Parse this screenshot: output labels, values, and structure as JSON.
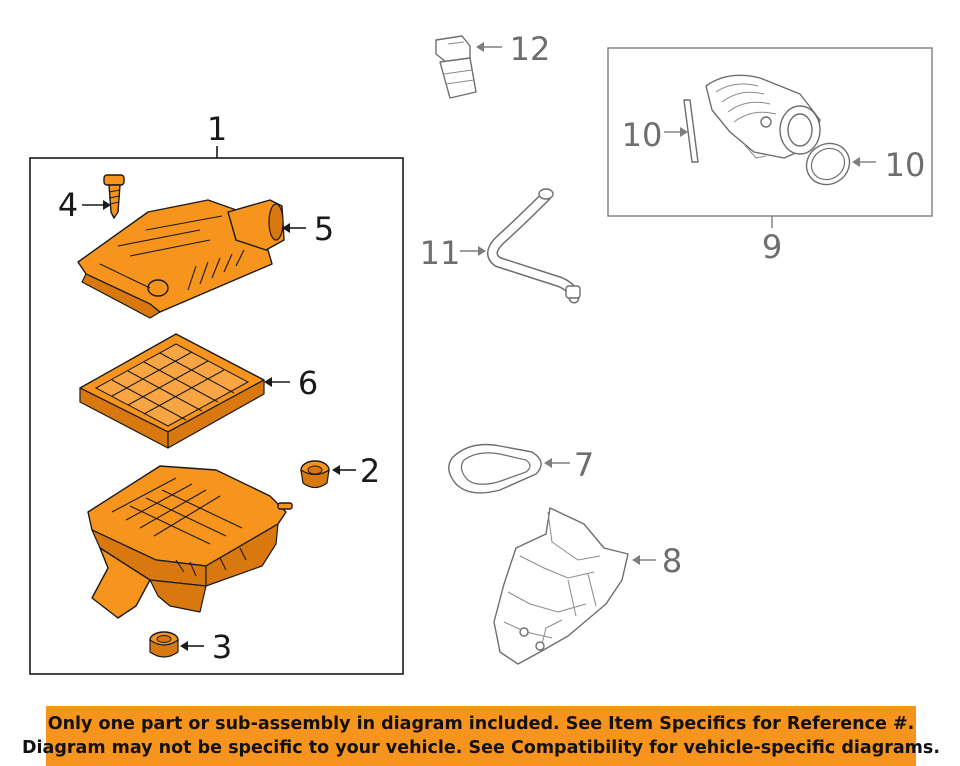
{
  "callouts": {
    "c1": "1",
    "c2": "2",
    "c3": "3",
    "c4": "4",
    "c5": "5",
    "c6": "6",
    "c7": "7",
    "c8": "8",
    "c9": "9",
    "c10a": "10",
    "c10b": "10",
    "c11": "11",
    "c12": "12"
  },
  "banner": {
    "line1": "Only one part or sub-assembly in diagram included. See Item Specifics for Reference #.",
    "line2": "Diagram may not be specific to your vehicle. See Compatibility for vehicle-specific diagrams."
  },
  "colors": {
    "highlight": "#f7941d",
    "outline": "#1a1a1a",
    "inactive": "#7d7d7d"
  }
}
